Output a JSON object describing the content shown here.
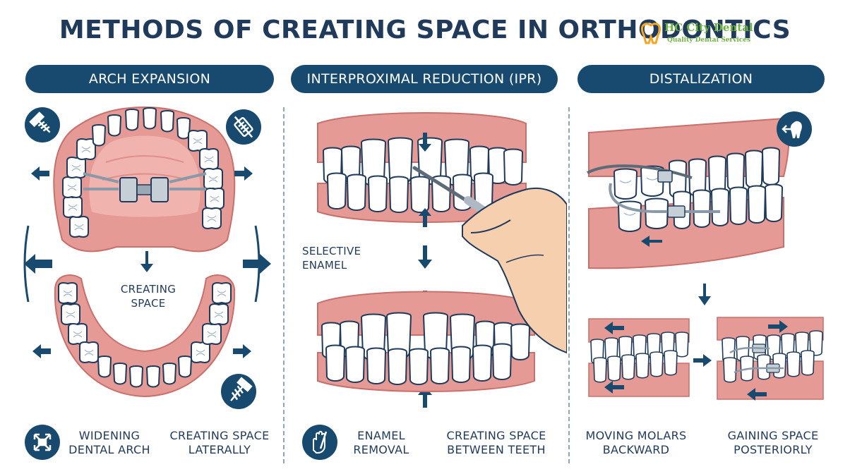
{
  "title": "METHODS OF CREATING SPACE IN ORTHODONTICS",
  "logo": {
    "name": "HC City Dental",
    "tagline": "Quality Dental Services"
  },
  "sections": [
    {
      "heading": "ARCH EXPANSION",
      "center_label": [
        "CREATING",
        "SPACE"
      ],
      "captions": [
        [
          "WIDENING",
          "DENTAL ARCH"
        ],
        [
          "CREATING SPACE",
          "LATERALLY"
        ]
      ],
      "icons": [
        "expansion-screw-icon",
        "expander-key-icon",
        "expansion-screw-icon",
        "expansion-arrows-icon"
      ]
    },
    {
      "heading": "INTERPROXIMAL REDUCTION (IPR)",
      "side_label": [
        "SELECTIVE",
        "ENAMEL"
      ],
      "captions": [
        [
          "ENAMEL",
          "REMOVAL"
        ],
        [
          "CREATING SPACE",
          "BETWEEN TEETH"
        ]
      ],
      "icons": [
        "hand-tool-icon"
      ]
    },
    {
      "heading": "DISTALIZATION",
      "captions": [
        [
          "MOVING MOLARS",
          "BACKWARD"
        ],
        [
          "GAINING SPACE",
          "POSTERIORLY"
        ]
      ],
      "icons": [
        "tooth-back-arrow-icon"
      ]
    }
  ],
  "colors": {
    "navy": "#174a6e",
    "gum": "#e59a95",
    "gum_dark": "#c8706c",
    "tooth_outline": "#1f3a5a",
    "logo_green": "#6db33f",
    "logo_orange": "#f5a623"
  }
}
